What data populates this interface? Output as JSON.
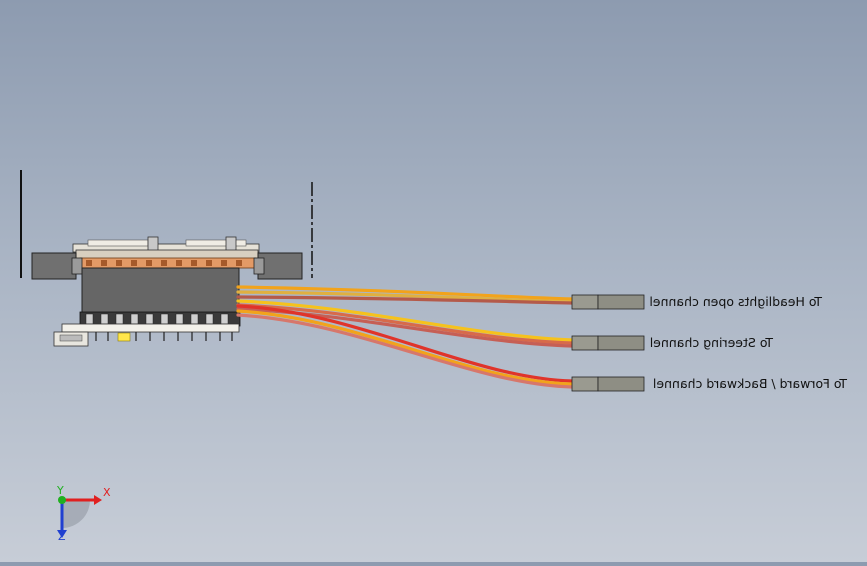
{
  "scene": {
    "background_top": "#8d9bb0",
    "background_bottom": "#c7cdd7"
  },
  "connectors": [
    {
      "label": "To Headlights open channel"
    },
    {
      "label": "To Steering channel"
    },
    {
      "label": "To Forward / Backward channel"
    }
  ],
  "triad": {
    "x_label": "X",
    "y_label": "Y",
    "z_label": "Z",
    "x_color": "#e02020",
    "y_color": "#20b020",
    "z_color": "#2040d0"
  },
  "wire_colors": {
    "orange": "#f2a31b",
    "yellow": "#f6c21c",
    "red": "#e0342a",
    "brown": "#b45a4a",
    "pink": "#d7776b"
  }
}
